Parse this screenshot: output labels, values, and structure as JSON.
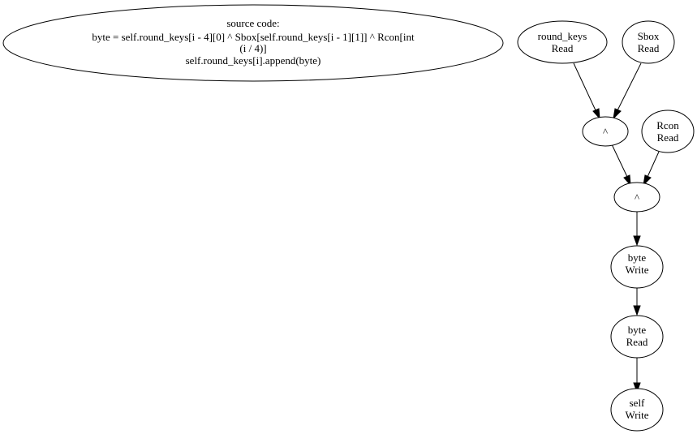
{
  "source_node": {
    "lines": [
      "source code:",
      "byte = self.round_keys[i - 4][0] ^ Sbox[self.round_keys[i - 1][1]] ^ Rcon[int",
      "(i / 4)]",
      "self.round_keys[i].append(byte)"
    ]
  },
  "nodes": {
    "round_keys_read": {
      "lines": [
        "round_keys",
        "Read"
      ]
    },
    "sbox_read": {
      "lines": [
        "Sbox",
        "Read"
      ]
    },
    "xor_1": {
      "lines": [
        "^"
      ]
    },
    "rcon_read": {
      "lines": [
        "Rcon",
        "Read"
      ]
    },
    "xor_2": {
      "lines": [
        "^"
      ]
    },
    "byte_write": {
      "lines": [
        "byte",
        "Write"
      ]
    },
    "byte_read": {
      "lines": [
        "byte",
        "Read"
      ]
    },
    "self_write": {
      "lines": [
        "self",
        "Write"
      ]
    }
  },
  "edges": [
    {
      "from": "round_keys_read",
      "to": "xor_1"
    },
    {
      "from": "sbox_read",
      "to": "xor_1"
    },
    {
      "from": "xor_1",
      "to": "xor_2"
    },
    {
      "from": "rcon_read",
      "to": "xor_2"
    },
    {
      "from": "xor_2",
      "to": "byte_write"
    },
    {
      "from": "byte_write",
      "to": "byte_read"
    },
    {
      "from": "byte_read",
      "to": "self_write"
    }
  ]
}
